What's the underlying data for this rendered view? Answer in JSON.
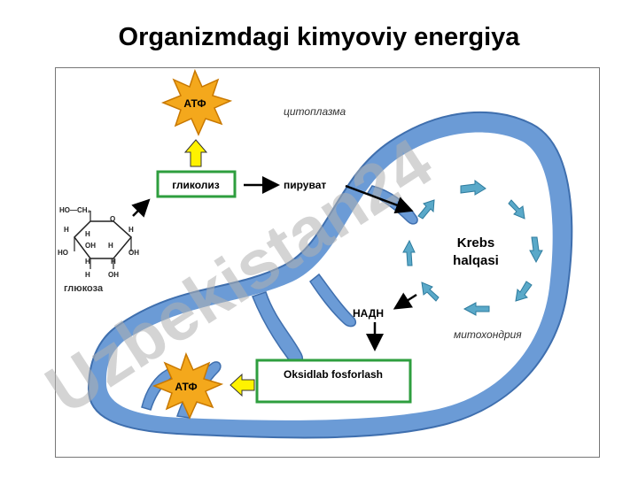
{
  "title": "Organizmdagi kimyoviy energiya",
  "labels": {
    "atp_top": "АТФ",
    "atp_bottom": "АТФ",
    "cytoplasm": "цитоплазма",
    "glycolysis": "гликолиз",
    "pyruvate": "пируват",
    "glucose": "глюкоза",
    "krebs_line1": "Krebs",
    "krebs_line2": "halqasi",
    "nadh": "НАДН",
    "mitochondria": "митохондрия",
    "oxidative": "Oksidlab fosforlash"
  },
  "glucose_atoms": {
    "ho_ch2": "HO—CH₂",
    "o": "O",
    "h1": "H",
    "h2": "H",
    "h3": "H",
    "h4": "H",
    "h5": "H",
    "h6": "H",
    "h7": "H",
    "ho": "HO",
    "oh1": "OH",
    "oh2": "OH",
    "oh3": "OH"
  },
  "colors": {
    "membrane": "#6b9bd6",
    "membrane_dark": "#3f6fae",
    "matrix": "#ffffff",
    "box_border": "#2e9e3e",
    "star_fill": "#f4a81c",
    "star_stroke": "#c87800",
    "yellow_arrow": "#fff200",
    "cycle_arrow": "#5aa9c9",
    "watermark": "#b0b0b0",
    "watermark_accent": "#a8a0e8"
  },
  "watermark": "Uzbekistan24"
}
